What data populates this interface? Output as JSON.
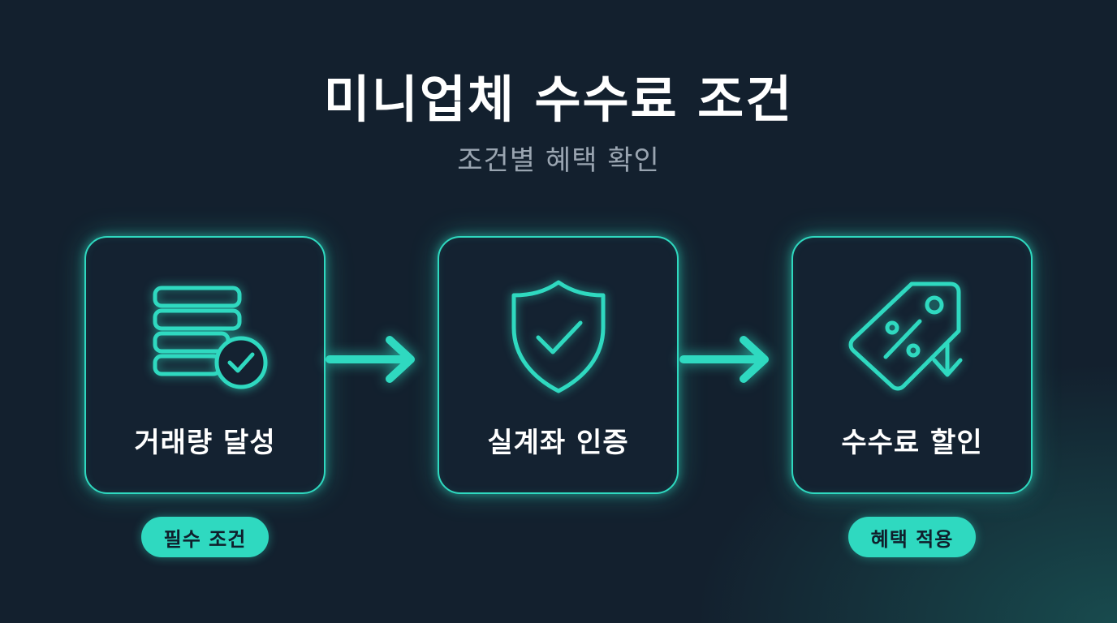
{
  "header": {
    "title": "미니업체 수수료 조건",
    "subtitle": "조건별 혜택 확인"
  },
  "steps": [
    {
      "label": "거래량 달성",
      "icon": "stack-check-icon"
    },
    {
      "label": "실계좌 인증",
      "icon": "shield-check-icon"
    },
    {
      "label": "수수료 할인",
      "icon": "discount-tag-icon"
    }
  ],
  "badges": [
    {
      "label": "필수 조건"
    },
    {
      "label": "혜택 적용"
    }
  ],
  "colors": {
    "accent": "#2fd9c0",
    "background": "#13202e",
    "card": "#142231",
    "subtitle": "#9aa5b1"
  }
}
